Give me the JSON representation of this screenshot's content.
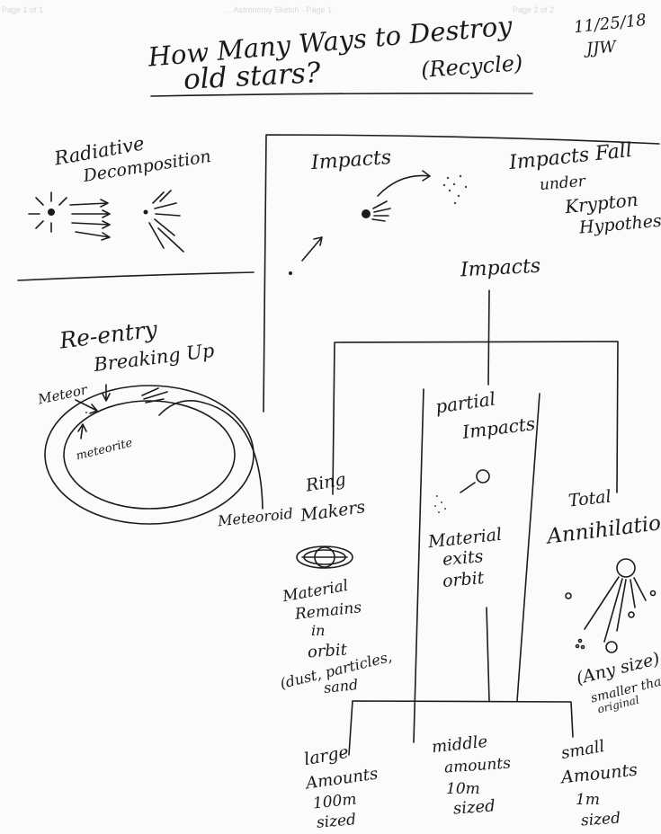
{
  "header": {
    "title_line1": "How Many Ways to Destroy",
    "title_line2": "old stars?",
    "title_paren": "(Recycle)",
    "date": "11/25/18",
    "initials": "JJW",
    "bleed_left": "Page 1 of 1",
    "bleed_mid": "... Astronomy Sketch - Page 1",
    "bleed_right": "Page 2 of 2"
  },
  "radiative": {
    "line1": "Radiative",
    "line2": "Decomposition"
  },
  "impacts_box": {
    "label": "Impacts",
    "note_line1": "Impacts Fall",
    "note_line2": "under",
    "note_line3": "Krypton",
    "note_line4": "Hypothesis"
  },
  "tree": {
    "root": "Impacts",
    "partial_line1": "partial",
    "partial_line2": "Impacts",
    "partial_desc_line1": "Material",
    "partial_desc_line2": "exits",
    "partial_desc_line3": "orbit",
    "total_line1": "Total",
    "total_line2": "Annihilation",
    "total_desc_line1": "(Any size)",
    "total_desc_line2": "smaller than",
    "total_desc_line3": "original",
    "ring_line1": "Ring",
    "ring_line2": "Makers",
    "ring_desc_line1": "Material",
    "ring_desc_line2": "Remains",
    "ring_desc_line3": "in",
    "ring_desc_line4": "orbit",
    "ring_desc_line5": "(dust, particles,",
    "ring_desc_line6": "sand"
  },
  "reentry": {
    "line1": "Re-entry",
    "line2": "Breaking Up",
    "meteor": "Meteor",
    "meteorite": "meteorite",
    "meteoroid": "Meteoroid"
  },
  "sizes": {
    "large_line1": "large",
    "large_line2": "Amounts",
    "large_line3": "100m",
    "large_line4": "sized",
    "middle_line1": "middle",
    "middle_line2": "amounts",
    "middle_line3": "10m",
    "middle_line4": "sized",
    "small_line1": "small",
    "small_line2": "Amounts",
    "small_line3": "1m",
    "small_line4": "sized"
  }
}
